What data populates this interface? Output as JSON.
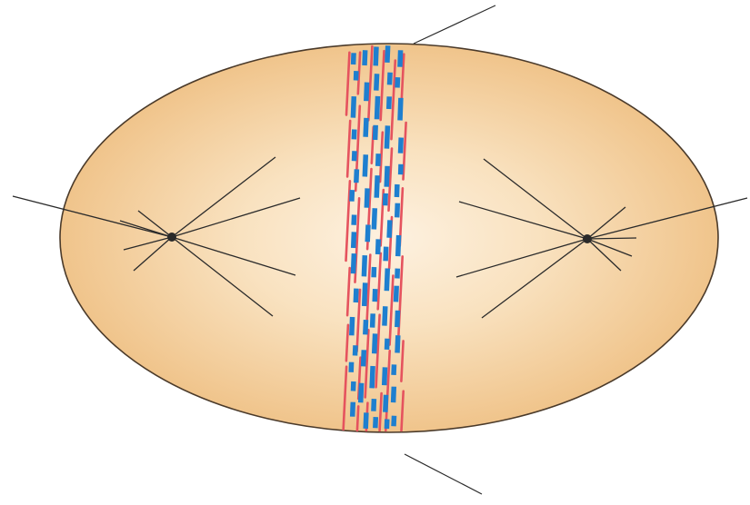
{
  "diagram": {
    "subject": "",
    "cell": {
      "fill_inner": "#fdf1e0",
      "fill_outer": "#f2c88f",
      "outline": "#4a3a2a"
    },
    "spindle_poles": [
      {
        "id": "left",
        "color": "#2a2a2a"
      },
      {
        "id": "right",
        "color": "#2a2a2a"
      }
    ],
    "chromatid_colors": {
      "red": "#e5535e",
      "blue": "#1e7fcf"
    },
    "leader_lines": 4,
    "text_labels": []
  }
}
